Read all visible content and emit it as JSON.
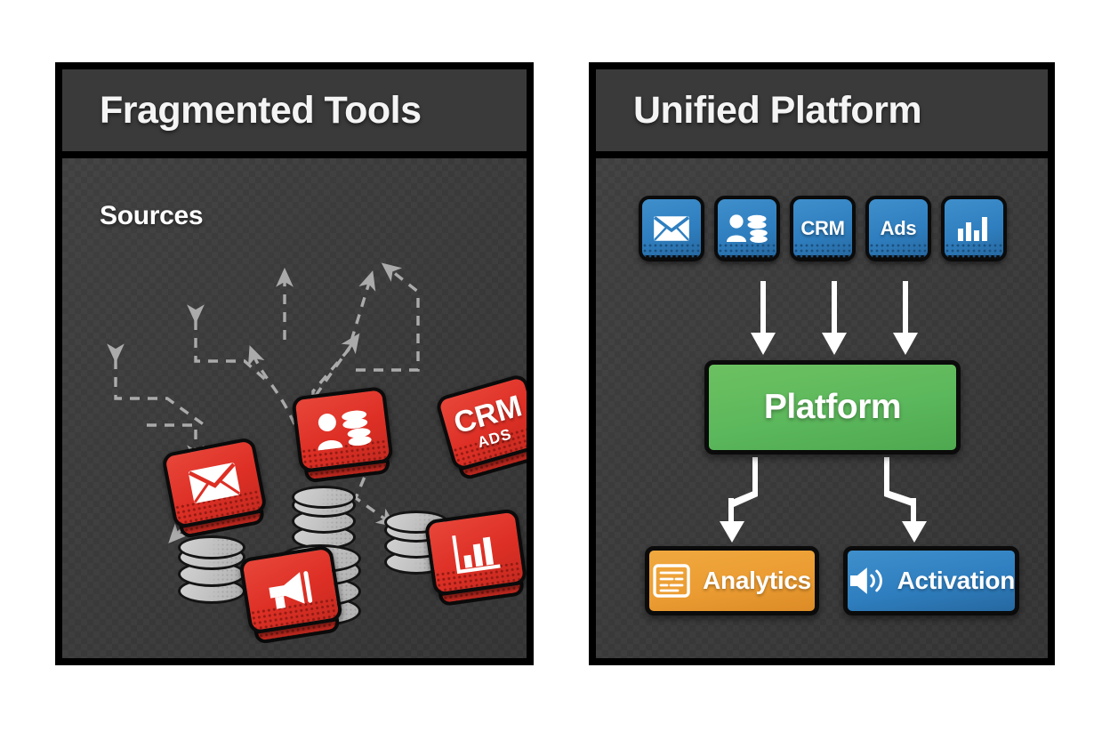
{
  "diagram": {
    "title_left": "Fragmented Tools",
    "title_right": "Unified Platform",
    "background": "#ffffff",
    "panel_bg": "#3a3a3a",
    "panel_border": "#000000",
    "accent_red": "#de2f25",
    "accent_blue": "#2f7fc0",
    "accent_green": "#5cb85c",
    "accent_orange": "#eb9c32",
    "connector_dashed_color": "#b0b0b0",
    "connector_solid_color": "#ffffff"
  },
  "left_panel": {
    "header": "Fragmented Tools",
    "section_label": "Sources",
    "cards": [
      {
        "name": "email-card",
        "icon": "envelope-icon",
        "label_big": "",
        "label_small": ""
      },
      {
        "name": "audience-card",
        "icon": "person-coins-icon",
        "label_big": "",
        "label_small": ""
      },
      {
        "name": "crm-ads-card",
        "icon": "text-icon",
        "label_big": "CRM",
        "label_small": "ADS"
      },
      {
        "name": "chart-card",
        "icon": "bar-chart-icon",
        "label_big": "",
        "label_small": ""
      },
      {
        "name": "megaphone-card",
        "icon": "megaphone-icon",
        "label_big": "",
        "label_small": ""
      }
    ],
    "databases": [
      {
        "name": "database-top-center"
      },
      {
        "name": "database-right"
      },
      {
        "name": "database-left"
      },
      {
        "name": "database-bottom-center"
      }
    ],
    "connector_style": "dashed-tangled-bidirectional"
  },
  "right_panel": {
    "header": "Unified Platform",
    "source_tiles": [
      {
        "name": "tile-email",
        "icon": "envelope-icon",
        "label": ""
      },
      {
        "name": "tile-audience",
        "icon": "person-coins-icon",
        "label": ""
      },
      {
        "name": "tile-crm",
        "icon": "text-icon",
        "label": "CRM"
      },
      {
        "name": "tile-ads",
        "icon": "text-icon",
        "label": "Ads"
      },
      {
        "name": "tile-chart",
        "icon": "bar-chart-icon",
        "label": ""
      }
    ],
    "platform": {
      "label": "Platform",
      "color": "#5cb85c"
    },
    "outcomes": [
      {
        "name": "analytics",
        "label": "Analytics",
        "icon": "report-card-icon",
        "color": "#eb9c32"
      },
      {
        "name": "activation",
        "label": "Activation",
        "icon": "speaker-icon",
        "color": "#2f7fc0"
      }
    ],
    "inbound_arrow_count": 3,
    "outbound_arrow_count": 2
  }
}
